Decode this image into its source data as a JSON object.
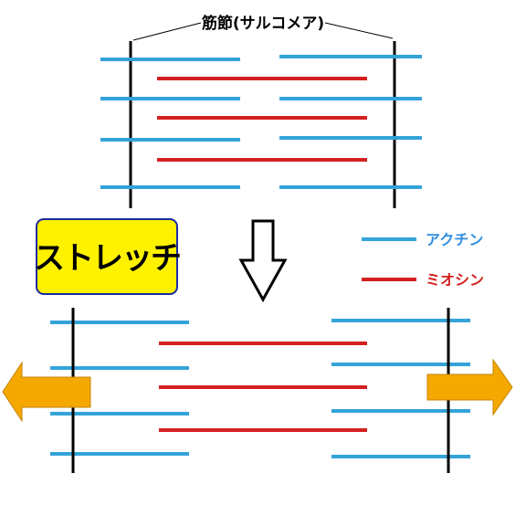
{
  "title": "筋節(サルコメア)",
  "stretch_label": "ストレッチ",
  "legend": {
    "actin": "アクチン",
    "myosin": "ミオシン"
  },
  "colors": {
    "actin": "#33a3d9",
    "myosin": "#d42020",
    "z_line": "#000000",
    "badge_fill": "#fff200",
    "badge_border": "#1a2aa0",
    "pull_arrow": "#f5a800",
    "legend_actin_text": "#2f8fe0",
    "legend_myosin_text": "#d42020"
  },
  "icons": {
    "transition": "down-arrow-icon",
    "pull_left": "left-arrow-icon",
    "pull_right": "right-arrow-icon"
  }
}
